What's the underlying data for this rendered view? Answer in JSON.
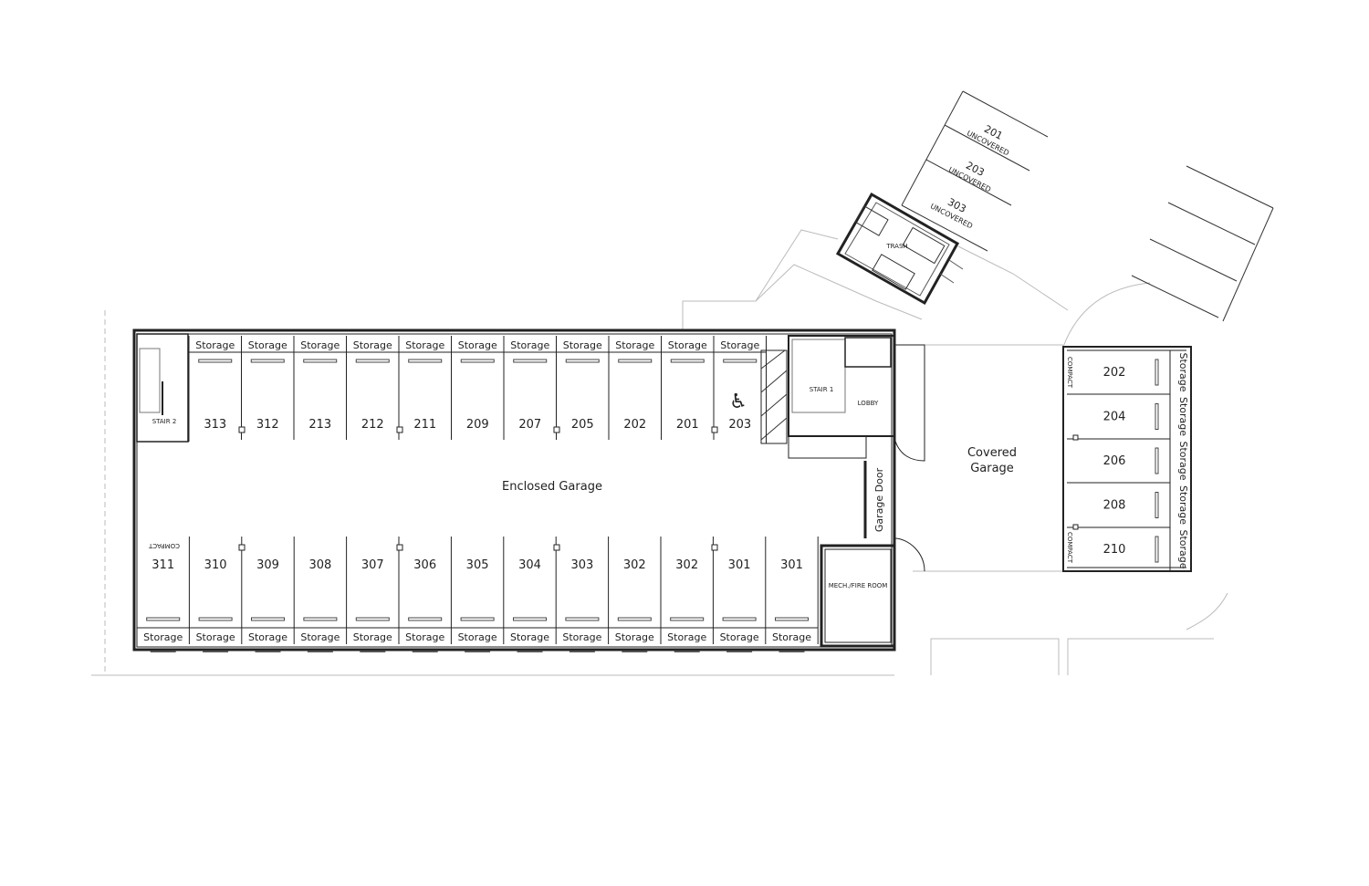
{
  "labels": {
    "storage": "Storage",
    "enclosed_garage": "Enclosed Garage",
    "covered_garage_1": "Covered",
    "covered_garage_2": "Garage",
    "garage_door": "Garage Door",
    "stair_1": "STAIR 1",
    "stair_2": "STAIR 2",
    "lobby": "LOBBY",
    "mech_room": "MECH./FIRE ROOM",
    "trash": "TRASH",
    "compact": "COMPACT",
    "uncovered": "UNCOVERED"
  },
  "top_row_spaces": [
    "313",
    "312",
    "213",
    "212",
    "211",
    "209",
    "207",
    "205",
    "202",
    "201",
    "203"
  ],
  "bottom_row_spaces": [
    "311",
    "310",
    "309",
    "308",
    "307",
    "306",
    "305",
    "304",
    "303",
    "302",
    "302",
    "301",
    "301"
  ],
  "covered_spaces": [
    "202",
    "204",
    "206",
    "208",
    "210"
  ],
  "uncovered_spaces": [
    "201",
    "203",
    "303"
  ],
  "accessible_symbol": "♿"
}
